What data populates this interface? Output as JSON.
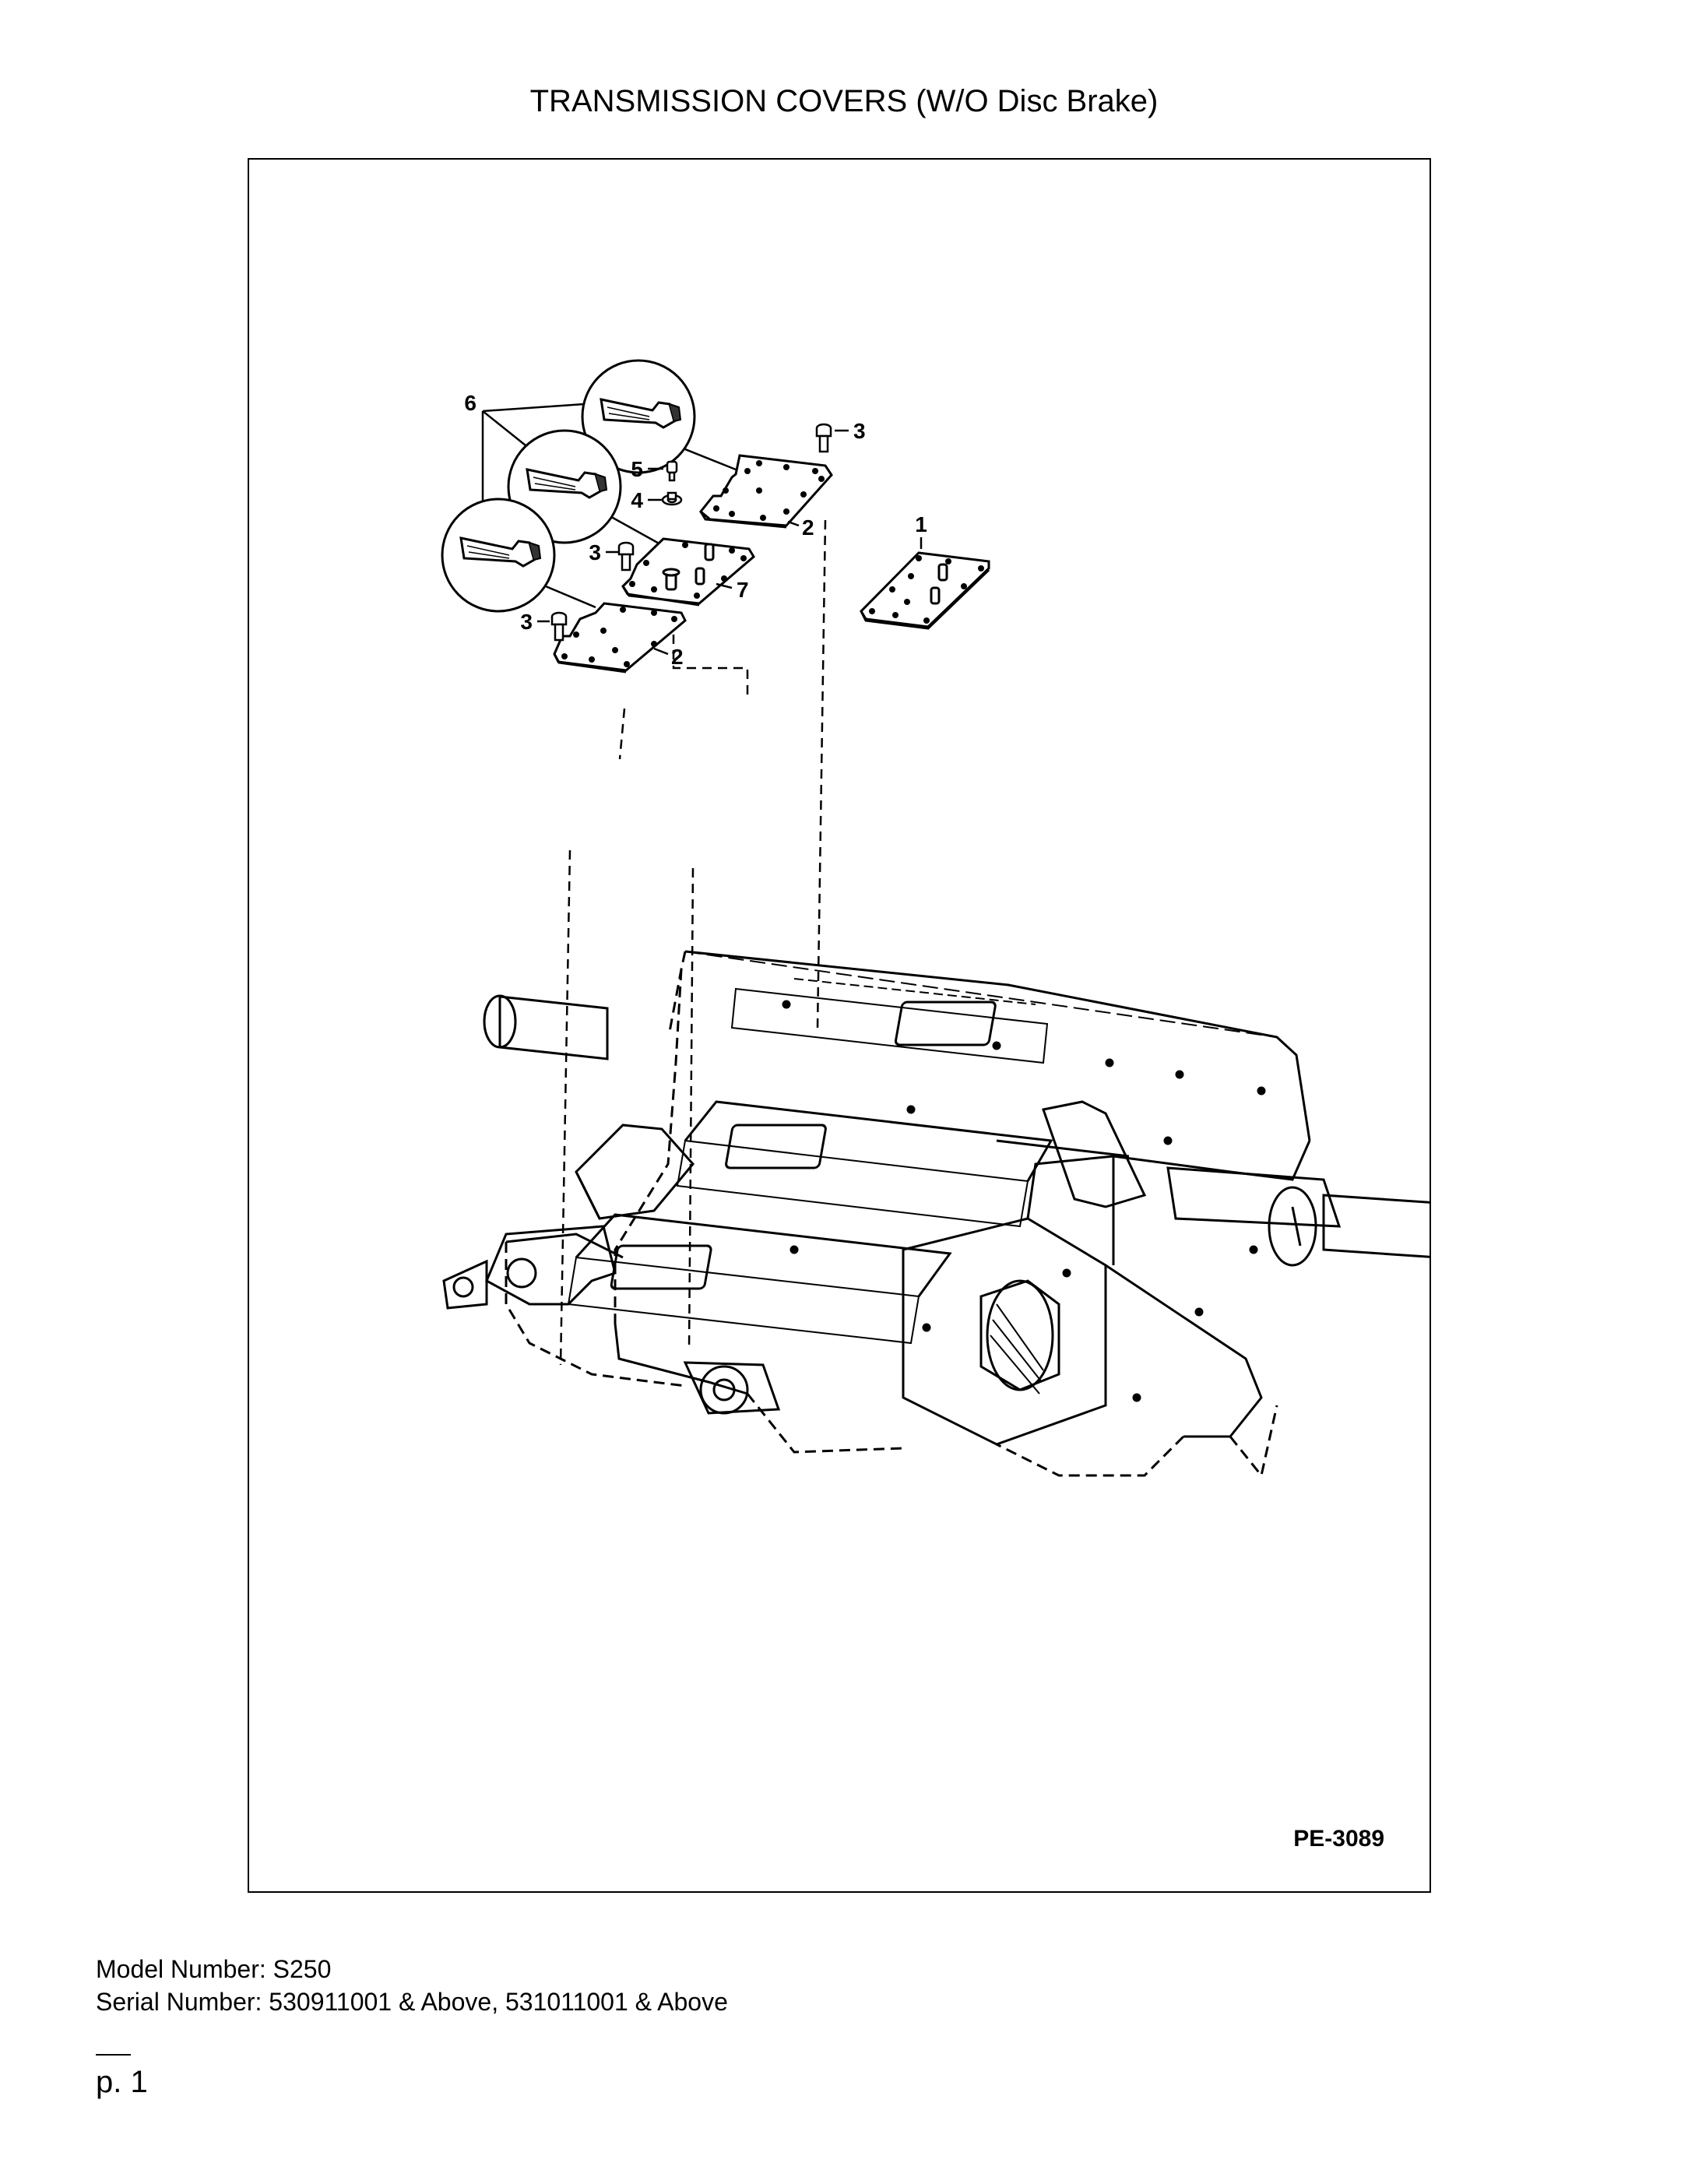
{
  "title": "TRANSMISSION COVERS (W/O Disc Brake)",
  "diagram": {
    "drawing_code": "PE-3089",
    "callouts": {
      "c1": "1",
      "c2a": "2",
      "c2b": "2",
      "c3a": "3",
      "c3b": "3",
      "c3c": "3",
      "c4": "4",
      "c5": "5",
      "c6": "6",
      "c7": "7"
    }
  },
  "footer": {
    "model_line": "Model Number: S250",
    "serial_line": "Serial Number: 530911001 & Above, 531011001 & Above"
  },
  "page_number": "p. 1"
}
